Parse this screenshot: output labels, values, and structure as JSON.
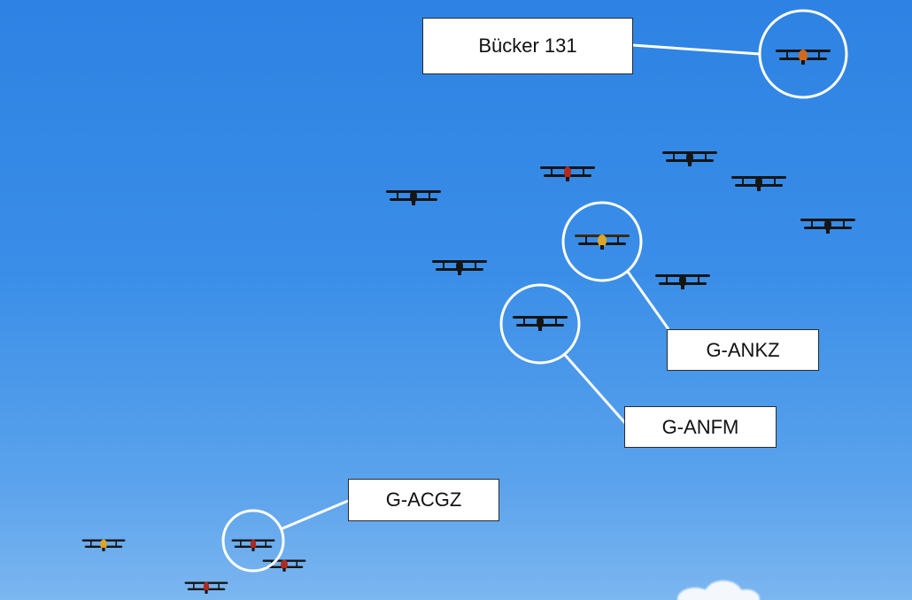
{
  "annotations": [
    {
      "id": "bucker-131",
      "text": "Bücker 131"
    },
    {
      "id": "g-ankz",
      "text": "G-ANKZ"
    },
    {
      "id": "g-anfm",
      "text": "G-ANFM"
    },
    {
      "id": "g-acgz",
      "text": "G-ACGZ"
    }
  ],
  "colors": {
    "sky": "#3a8ee8",
    "highlight_circle": "#ffffff",
    "label_background": "#ffffff",
    "plane_dark": "#151515",
    "plane_orange": "#d26a1c",
    "plane_yellow": "#d9a52a",
    "plane_red": "#b02a20"
  }
}
